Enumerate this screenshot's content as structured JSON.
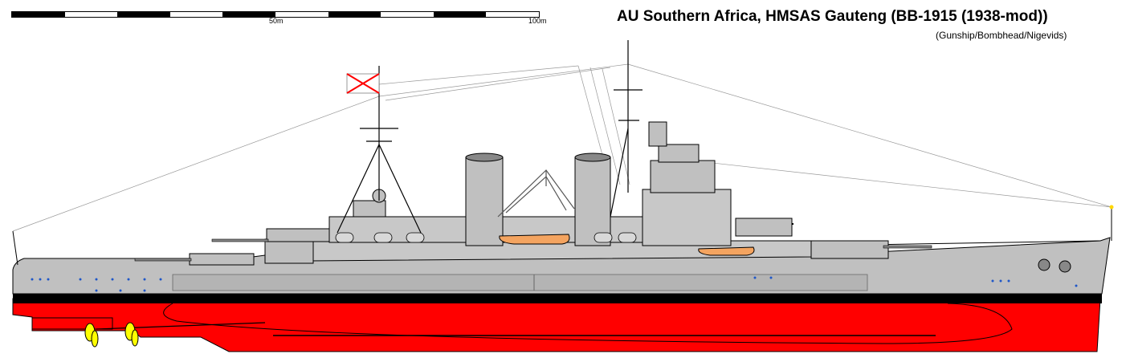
{
  "header": {
    "title": "AU Southern Africa, HMSAS Gauteng (BB-1915 (1938-mod))",
    "subtitle": "(Gunship/Bombhead/Nigevids)"
  },
  "scale": {
    "label_mid": "50m",
    "label_end": "100m",
    "segments": 10
  },
  "colors": {
    "hull_grey": "#c0c0c0",
    "superstructure_grey": "#c8c8c8",
    "hull_red": "#ff0000",
    "boot_top": "#000000",
    "propeller": "#ffff00",
    "boat": "#f4a460",
    "porthole": "#1e56c8"
  },
  "icons": {
    "flag": "ensign-flag-icon",
    "propeller": "propeller-icon"
  }
}
